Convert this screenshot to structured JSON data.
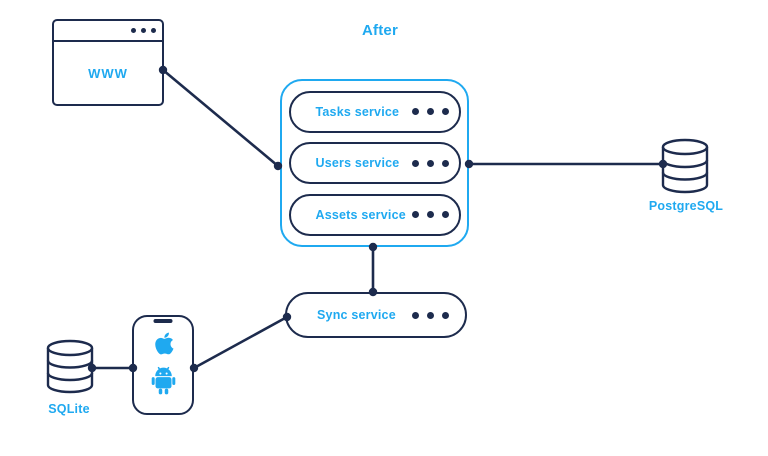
{
  "title": "After",
  "colors": {
    "navy": "#1d2b4d",
    "cyan": "#1fa9f0",
    "background": "#ffffff"
  },
  "browser": {
    "label": "WWW"
  },
  "services_group": {
    "items": [
      {
        "label": "Tasks service"
      },
      {
        "label": "Users service"
      },
      {
        "label": "Assets service"
      }
    ]
  },
  "sync_service": {
    "label": "Sync service"
  },
  "databases": {
    "postgres": {
      "label": "PostgreSQL"
    },
    "sqlite": {
      "label": "SQLite"
    }
  },
  "icons": {
    "browser_menu": "ellipsis-dots",
    "service_menu": "ellipsis-dots",
    "phone_apple": "apple-logo",
    "phone_android": "android-robot",
    "postgres": "database-cylinder",
    "sqlite": "database-cylinder"
  }
}
